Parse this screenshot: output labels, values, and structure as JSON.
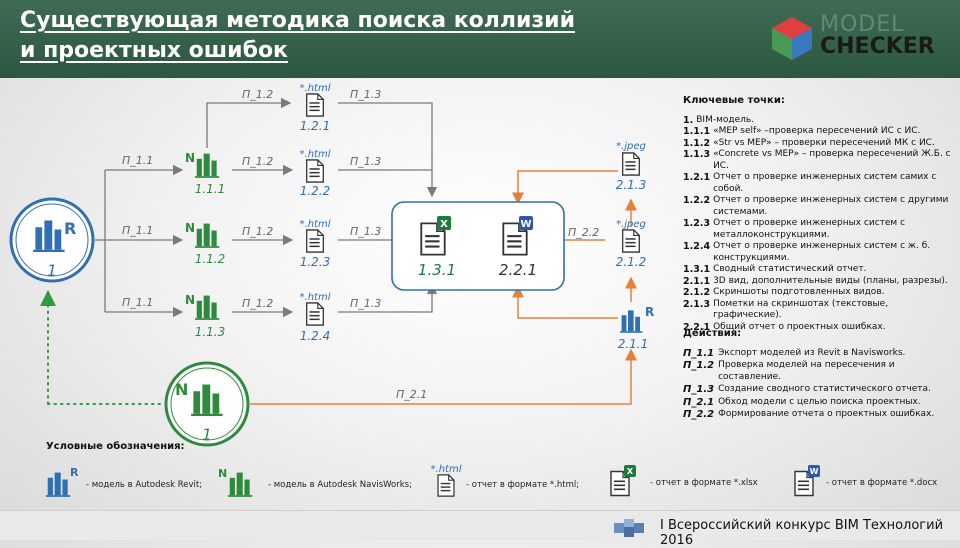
{
  "header": {
    "title_line1": "Существующая методика поиска коллизий",
    "title_line2": "и проектных ошибок",
    "logo_line1": "MODEL",
    "logo_line2": "CHECKER"
  },
  "diagram": {
    "nodes": {
      "revit_model": "1",
      "nw_model_bottom": "1",
      "n_111": "1.1.1",
      "n_112": "1.1.2",
      "n_113": "1.1.3",
      "n_121": "1.2.1",
      "n_122": "1.2.2",
      "n_123": "1.2.3",
      "n_124": "1.2.4",
      "n_131": "1.3.1",
      "n_221": "2.2.1",
      "n_211": "2.1.1",
      "n_212": "2.1.2",
      "n_213": "2.1.3"
    },
    "file_labels": {
      "html": "*.html",
      "jpeg": "*.jpeg"
    },
    "edges": {
      "p11": "П_1.1",
      "p12": "П_1.2",
      "p13": "П_1.3",
      "p21": "П_2.1",
      "p22": "П_2.2"
    },
    "icon_letters": {
      "revit": "R",
      "navis": "N"
    }
  },
  "keypoints": {
    "heading": "Ключевые точки:",
    "items": [
      {
        "code": "1.",
        "text": "BIM-модель."
      },
      {
        "code": "1.1.1",
        "text": "«MEP self» –проверка пересечений ИС с ИС."
      },
      {
        "code": "1.1.2",
        "text": "«Str vs MEP» – проверки пересечений МК с ИС."
      },
      {
        "code": "1.1.3",
        "text": "«Concrete vs MEP» – проверка пересечений Ж.Б. с ИС."
      },
      {
        "code": "1.2.1",
        "text": "Отчет о проверке инженерных систем самих с собой."
      },
      {
        "code": "1.2.2",
        "text": "Отчет о проверке инженерных систем с другими системами."
      },
      {
        "code": "1.2.3",
        "text": "Отчет о проверке инженерных систем с металлоконструкциями."
      },
      {
        "code": "1.2.4",
        "text": "Отчет о проверке инженерных систем с ж. б. конструкциями."
      },
      {
        "code": "1.3.1",
        "text": "Сводный статистический отчет."
      },
      {
        "code": "2.1.1",
        "text": "3D вид, дополнительные виды (планы, разрезы)."
      },
      {
        "code": "2.1.2",
        "text": "Скриншоты подготовленных видов."
      },
      {
        "code": "2.1.3",
        "text": "Пометки на скриншотах (текстовые, графические)."
      },
      {
        "code": "2.2.1",
        "text": "Общий отчет о проектных ошибках."
      }
    ]
  },
  "actions": {
    "heading": "Действия:",
    "items": [
      {
        "code": "П_1.1",
        "text": "Экспорт моделей из Revit в Navisworks."
      },
      {
        "code": "П_1.2",
        "text": "Проверка моделей на пересечения и составление."
      },
      {
        "code": "П_1.3",
        "text": "Создание сводного статистического отчета."
      },
      {
        "code": "П_2.1",
        "text": "Обход модели с целью поиска проектных."
      },
      {
        "code": "П_2.2",
        "text": "Формирование отчета о проектных ошибках."
      }
    ]
  },
  "legend": {
    "heading": "Условные обозначения:",
    "revit": "- модель в Autodesk Revit;",
    "navis": "- модель в Autodesk NavisWorks;",
    "html_label": "*.html",
    "html": "- отчет в формате *.html;",
    "xlsx": "- отчет в формате *.xlsx",
    "docx": "- отчет в формате *.docx"
  },
  "footer": {
    "text": "I Всероссийский конкурс BIM Технологий 2016"
  },
  "colors": {
    "header_green": "#3a6650",
    "revit_blue": "#2f6fb3",
    "navis_green": "#2e8b3e",
    "arrow_gray": "#7a7a7a",
    "arrow_orange": "#e3813a",
    "dotted_green": "#2e9b3e",
    "excel_green": "#1f7a3d",
    "word_blue": "#2b5aa8"
  }
}
